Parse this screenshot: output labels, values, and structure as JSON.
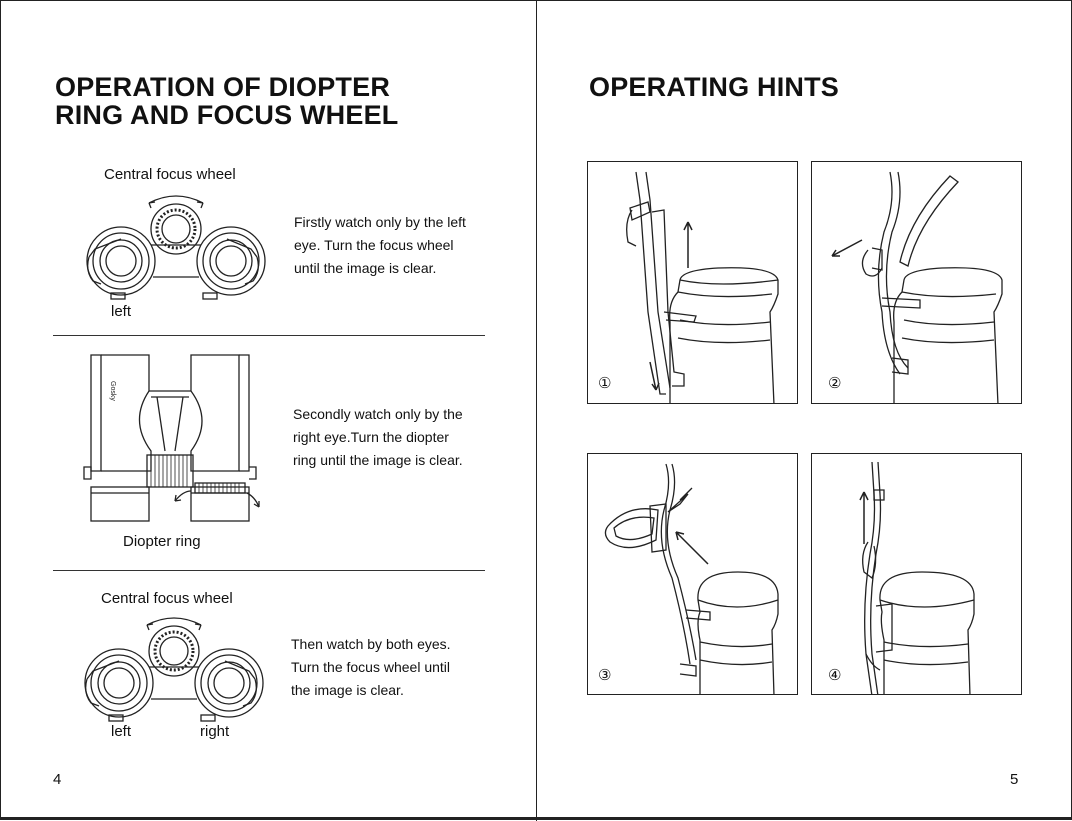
{
  "left_page": {
    "title_line1": "OPERATION OF DIOPTER",
    "title_line2": "RING AND FOCUS WHEEL",
    "step1": {
      "caption": "Central focus wheel",
      "side_label": "left",
      "text_lines": [
        "Firstly watch only by the left",
        "eye. Turn the focus wheel",
        "until the image is clear."
      ]
    },
    "step2": {
      "brand": "Gosky",
      "caption": "Diopter ring",
      "text_lines": [
        "Secondly watch only by the",
        "right eye.Turn the diopter",
        "ring until the image is clear."
      ]
    },
    "step3": {
      "caption": "Central focus wheel",
      "left_label": "left",
      "right_label": "right",
      "text_lines": [
        "Then watch by both eyes.",
        "Turn the focus wheel until",
        "the image is clear."
      ]
    },
    "page_number": "4"
  },
  "right_page": {
    "title": "OPERATING HINTS",
    "panels": [
      {
        "number": "①"
      },
      {
        "number": "②"
      },
      {
        "number": "③"
      },
      {
        "number": "④"
      }
    ],
    "page_number": "5"
  }
}
